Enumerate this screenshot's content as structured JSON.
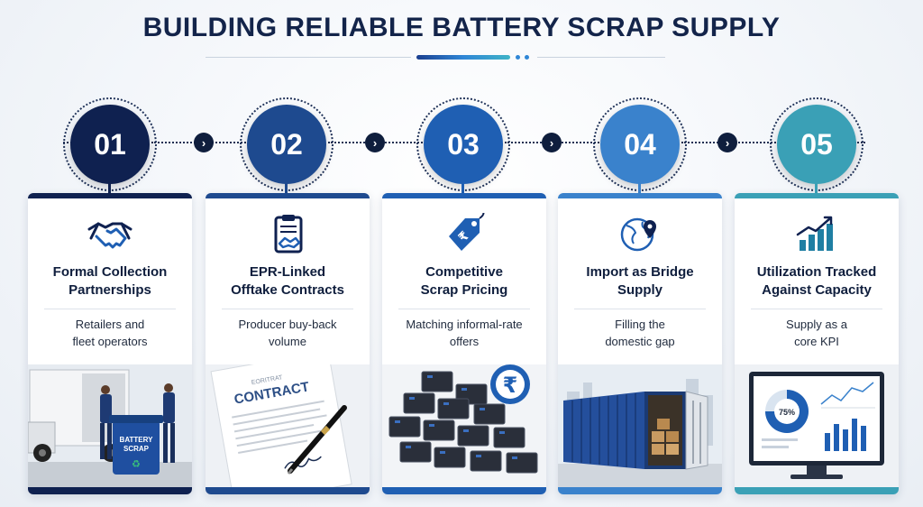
{
  "title": "BUILDING RELIABLE BATTERY SCRAP SUPPLY",
  "colors": {
    "step1": "#0f2150",
    "step2": "#1e4a8f",
    "step3": "#1f5fb3",
    "step4": "#3a82cc",
    "step5": "#3aa0b6",
    "connector": "#1f2f52"
  },
  "steps": [
    {
      "number": "01",
      "title_line1": "Formal Collection",
      "title_line2": "Partnerships",
      "desc_line1": "Retailers and",
      "desc_line2": "fleet operators",
      "icon": "handshake-icon",
      "image": "truck-workers-bin",
      "image_text_line1": "BATTERY",
      "image_text_line2": "SCRAP"
    },
    {
      "number": "02",
      "title_line1": "EPR-Linked",
      "title_line2": "Offtake Contracts",
      "desc_line1": "Producer buy-back",
      "desc_line2": "volume",
      "icon": "clipboard-handshake-icon",
      "image": "contract-document-pen",
      "image_text_line1": "EORITRAT",
      "image_text_line2": "CONTRACT"
    },
    {
      "number": "03",
      "title_line1": "Competitive",
      "title_line2": "Scrap Pricing",
      "desc_line1": "Matching informal-rate",
      "desc_line2": "offers",
      "icon": "rupee-price-tag-icon",
      "image": "battery-stack-rupee",
      "image_symbol": "₹"
    },
    {
      "number": "04",
      "title_line1": "Import as Bridge",
      "title_line2": "Supply",
      "desc_line1": "Filling the",
      "desc_line2": "domestic gap",
      "icon": "globe-pin-icon",
      "image": "shipping-container"
    },
    {
      "number": "05",
      "title_line1": "Utilization Tracked",
      "title_line2": "Against Capacity",
      "desc_line1": "Supply as a",
      "desc_line2": "core KPI",
      "icon": "bar-chart-arrow-icon",
      "image": "dashboard-monitor",
      "image_text_line1": "75%"
    }
  ]
}
